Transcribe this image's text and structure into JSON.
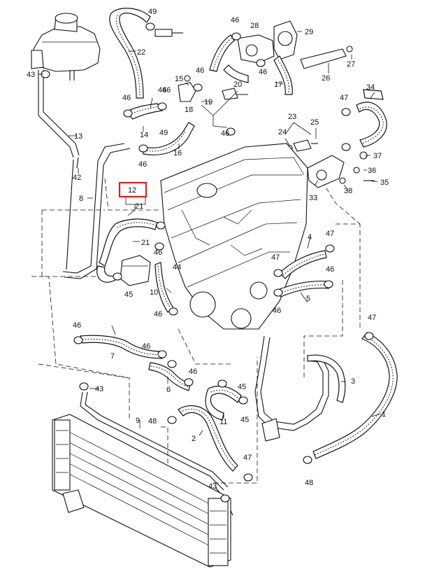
{
  "highlight_color": "#e02020",
  "highlighted_callout": "12",
  "callouts": {
    "c1": "1",
    "c2": "2",
    "c3": "3",
    "c4": "4",
    "c5": "5",
    "c6": "6",
    "c7": "7",
    "c8": "8",
    "c9": "9",
    "c10": "10",
    "c11": "11",
    "c12": "12",
    "c13": "13",
    "c14": "14",
    "c15": "15",
    "c16": "16",
    "c17": "17",
    "c18": "18",
    "c19": "19",
    "c20": "20",
    "c21": "21",
    "c21b": "21",
    "c22": "22",
    "c23": "23",
    "c24": "24",
    "c25": "25",
    "c26": "26",
    "c27": "27",
    "c28": "28",
    "c29": "29",
    "c33": "33",
    "c34": "34",
    "c35": "35",
    "c36": "36",
    "c37": "37",
    "c38": "38",
    "c42": "42",
    "c43a": "43",
    "c43b": "43",
    "c43c": "43",
    "c44": "44",
    "c45a": "45",
    "c45b": "45",
    "c45c": "45",
    "c46_1": "46",
    "c46_2": "46",
    "c46_3": "46",
    "c46_4": "46",
    "c46_5": "46",
    "c46_6": "46",
    "c46_7": "46",
    "c46_8": "46",
    "c46_9": "46",
    "c46_10": "46",
    "c46_11": "46",
    "c46_12": "46",
    "c46_13": "46",
    "c46_14": "46",
    "c46_15": "46",
    "c47a": "47",
    "c47b": "47",
    "c47c": "47",
    "c47d": "47",
    "c47e": "47",
    "c48a": "48",
    "c48b": "48",
    "c49a": "49",
    "c49b": "49"
  }
}
